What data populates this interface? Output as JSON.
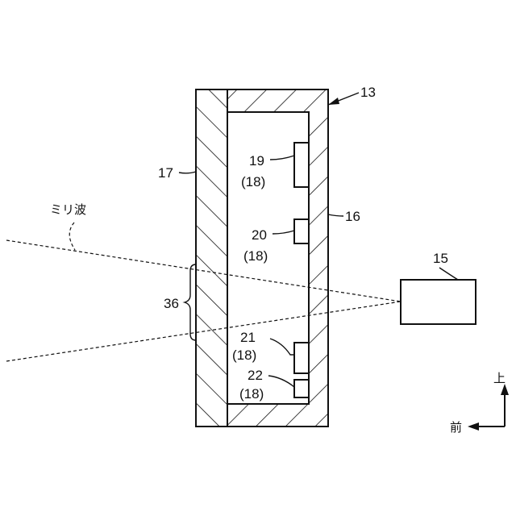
{
  "labels": {
    "housing": "13",
    "device": "15",
    "right_wall": "16",
    "front_wall": "17",
    "window_region": "36",
    "sensor_19": "19",
    "sensor_20": "20",
    "sensor_21": "21",
    "sensor_22": "22",
    "group_ref": "(18)",
    "wave": "ミリ波",
    "up": "上",
    "front": "前"
  },
  "colors": {
    "stroke": "#111111",
    "background": "#ffffff"
  }
}
